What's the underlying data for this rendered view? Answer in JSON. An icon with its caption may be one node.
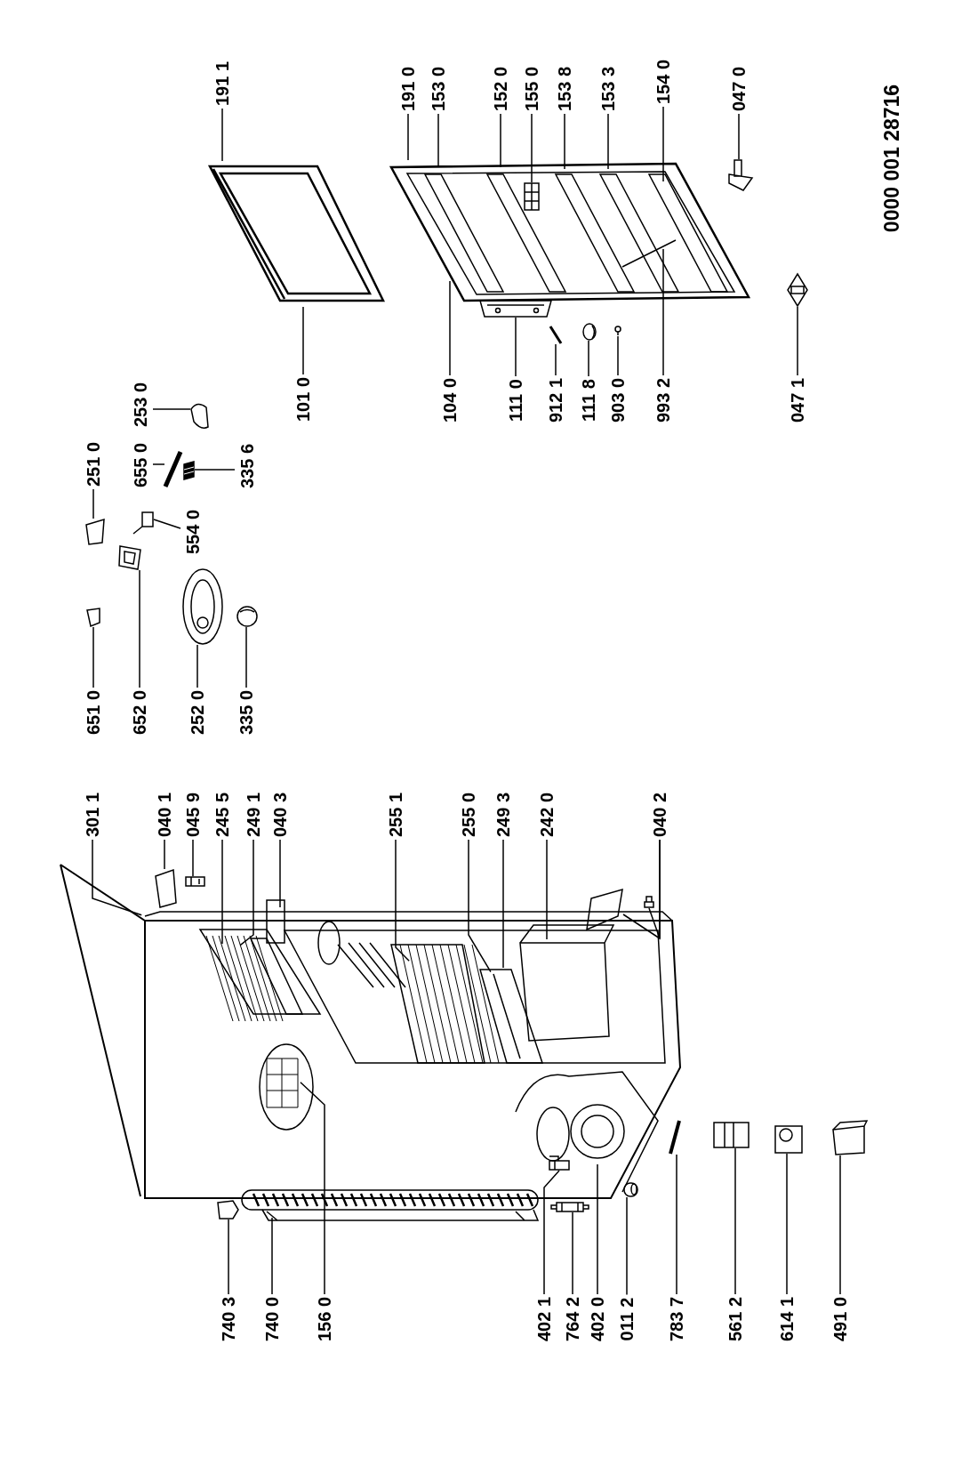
{
  "diagram": {
    "nodes": [
      {
        "text": [
          "191 1"
        ]
      },
      {
        "text": [
          "191 0"
        ]
      },
      {
        "text": [
          "153 0"
        ]
      },
      {
        "text": [
          "152 0"
        ]
      },
      {
        "text": [
          "155 0"
        ]
      },
      {
        "text": [
          "153 8"
        ]
      },
      {
        "text": [
          "153 3"
        ]
      },
      {
        "text": [
          "154 0"
        ]
      },
      {
        "text": [
          "047 0"
        ]
      },
      {
        "text": [
          "253 0"
        ]
      },
      {
        "text": [
          "101 0"
        ]
      },
      {
        "text": [
          "104 0"
        ]
      },
      {
        "text": [
          "111 0"
        ]
      },
      {
        "text": [
          "912 1"
        ]
      },
      {
        "text": [
          "111 8"
        ]
      },
      {
        "text": [
          "903 0"
        ]
      },
      {
        "text": [
          "993 2"
        ]
      },
      {
        "text": [
          "047 1"
        ]
      },
      {
        "text": [
          "251 0"
        ]
      },
      {
        "text": [
          "655 0"
        ]
      },
      {
        "text": [
          "335 6"
        ]
      },
      {
        "text": [
          "554 0"
        ]
      },
      {
        "text": [
          "651 0"
        ]
      },
      {
        "text": [
          "652 0"
        ]
      },
      {
        "text": [
          "252 0"
        ]
      },
      {
        "text": [
          "335 0"
        ]
      },
      {
        "text": [
          "301 1"
        ]
      },
      {
        "text": [
          "040 1"
        ]
      },
      {
        "text": [
          "045 9"
        ]
      },
      {
        "text": [
          "245 5"
        ]
      },
      {
        "text": [
          "249 1"
        ]
      },
      {
        "text": [
          "040 3"
        ]
      },
      {
        "text": [
          "255 1"
        ]
      },
      {
        "text": [
          "255 0"
        ]
      },
      {
        "text": [
          "249 3"
        ]
      },
      {
        "text": [
          "242 0"
        ]
      },
      {
        "text": [
          "040 2"
        ]
      },
      {
        "text": [
          "740 3"
        ]
      },
      {
        "text": [
          "740 0"
        ]
      },
      {
        "text": [
          "156 0"
        ]
      },
      {
        "text": [
          "402 1"
        ]
      },
      {
        "text": [
          "764 2"
        ]
      },
      {
        "text": [
          "402 0"
        ]
      },
      {
        "text": [
          "011 2"
        ]
      },
      {
        "text": [
          "783 7"
        ]
      },
      {
        "text": [
          "561 2"
        ]
      },
      {
        "text": [
          "614 1"
        ]
      },
      {
        "text": [
          "491 0"
        ]
      },
      {
        "text": [],
        "shape": "picture"
      },
      {
        "text": [],
        "shape": "picture"
      },
      {
        "text": [],
        "shape": "picture"
      },
      {
        "text": [],
        "shape": "picture"
      },
      {
        "text": [],
        "shape": "picture"
      },
      {
        "text": [],
        "shape": "picture"
      },
      {
        "text": [],
        "shape": "picture"
      },
      {
        "text": [],
        "shape": "picture"
      },
      {
        "text": [],
        "shape": "picture"
      },
      {
        "text": [],
        "shape": "picture"
      },
      {
        "text": [],
        "shape": "picture"
      },
      {
        "text": [],
        "shape": "picture"
      },
      {
        "text": [],
        "shape": "picture"
      },
      {
        "text": [],
        "shape": "picture"
      },
      {
        "text": [],
        "shape": "picture"
      },
      {
        "text": [],
        "shape": "picture"
      },
      {
        "text": [],
        "shape": "picture"
      },
      {
        "text": [],
        "shape": "picture"
      },
      {
        "text": [],
        "shape": "picture"
      },
      {
        "text": [],
        "shape": "picture"
      },
      {
        "text": [],
        "shape": "picture"
      },
      {
        "text": [],
        "shape": "picture"
      },
      {
        "text": [],
        "shape": "picture"
      },
      {
        "text": [],
        "shape": "picture"
      },
      {
        "text": [],
        "shape": "picture"
      },
      {
        "text": [],
        "shape": "picture"
      },
      {
        "text": [],
        "shape": "picture"
      },
      {
        "text": [],
        "shape": "picture"
      }
    ],
    "edges": [
      {
        "from": 0,
        "to": null,
        "arrow": "none"
      },
      {
        "from": 1,
        "to": null,
        "arrow": "none"
      },
      {
        "from": 2,
        "to": null,
        "arrow": "none"
      },
      {
        "from": 3,
        "to": null,
        "arrow": "none"
      },
      {
        "from": 4,
        "to": 50,
        "arrow": "none"
      },
      {
        "from": 5,
        "to": null,
        "arrow": "none"
      },
      {
        "from": 6,
        "to": null,
        "arrow": "none"
      },
      {
        "from": 7,
        "to": null,
        "arrow": "none"
      },
      {
        "from": 8,
        "to": 48,
        "arrow": "none"
      },
      {
        "from": 9,
        "to": 49,
        "arrow": "none"
      },
      {
        "from": 10,
        "to": null,
        "arrow": "none"
      },
      {
        "from": 11,
        "to": null,
        "arrow": "none"
      },
      {
        "from": 12,
        "to": 51,
        "arrow": "none"
      },
      {
        "from": 13,
        "to": 52,
        "arrow": "none"
      },
      {
        "from": 14,
        "to": 53,
        "arrow": "none"
      },
      {
        "from": 15,
        "to": 54,
        "arrow": "none"
      },
      {
        "from": 16,
        "to": null,
        "arrow": "none"
      },
      {
        "from": 17,
        "to": 55,
        "arrow": "none"
      },
      {
        "from": 18,
        "to": 56,
        "arrow": "none"
      },
      {
        "from": 19,
        "to": 57,
        "arrow": "none"
      },
      {
        "from": 20,
        "to": 58,
        "arrow": "none"
      },
      {
        "from": 21,
        "to": 59,
        "arrow": "none"
      },
      {
        "from": 22,
        "to": 60,
        "arrow": "none"
      },
      {
        "from": 23,
        "to": 61,
        "arrow": "none"
      },
      {
        "from": 24,
        "to": 62,
        "arrow": "none"
      },
      {
        "from": 25,
        "to": 63,
        "arrow": "none"
      },
      {
        "from": 26,
        "to": null,
        "arrow": "none"
      },
      {
        "from": 27,
        "to": 64,
        "arrow": "none"
      },
      {
        "from": 28,
        "to": 65,
        "arrow": "none"
      },
      {
        "from": 29,
        "to": null,
        "arrow": "none"
      },
      {
        "from": 30,
        "to": null,
        "arrow": "none"
      },
      {
        "from": 31,
        "to": null,
        "arrow": "none"
      },
      {
        "from": 32,
        "to": null,
        "arrow": "none"
      },
      {
        "from": 33,
        "to": null,
        "arrow": "none"
      },
      {
        "from": 34,
        "to": null,
        "arrow": "none"
      },
      {
        "from": 35,
        "to": null,
        "arrow": "none"
      },
      {
        "from": 36,
        "to": 66,
        "arrow": "none"
      },
      {
        "from": 36,
        "to": 67,
        "arrow": "none"
      },
      {
        "from": 37,
        "to": 68,
        "arrow": "none"
      },
      {
        "from": 38,
        "to": null,
        "arrow": "none"
      },
      {
        "from": 39,
        "to": null,
        "arrow": "none"
      },
      {
        "from": 40,
        "to": 75,
        "arrow": "none"
      },
      {
        "from": 41,
        "to": 69,
        "arrow": "none"
      },
      {
        "from": 42,
        "to": null,
        "arrow": "none"
      },
      {
        "from": 43,
        "to": 70,
        "arrow": "none"
      },
      {
        "from": 44,
        "to": 71,
        "arrow": "none"
      },
      {
        "from": 45,
        "to": 72,
        "arrow": "none"
      },
      {
        "from": 46,
        "to": 73,
        "arrow": "none"
      },
      {
        "from": 47,
        "to": 74,
        "arrow": "none"
      }
    ],
    "labels": [
      "0000 001 28716"
    ]
  }
}
